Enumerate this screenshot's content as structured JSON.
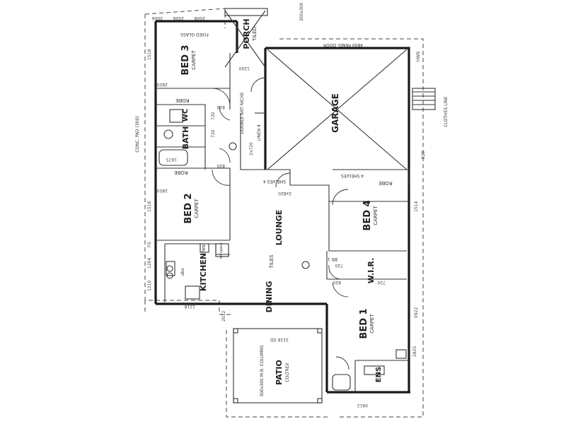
{
  "rooms": {
    "bed3": "BED 3",
    "bed3_floor": "CARPET",
    "porch": "PORCH",
    "porch_floor": "TILED",
    "garage": "GARAGE",
    "wc": "WC",
    "bath": "BATH",
    "bed2": "BED 2",
    "bed2_floor": "CARPET",
    "lounge": "LOUNGE",
    "tiles": "TILES",
    "bed4": "BED 4",
    "bed4_floor": "CARPET",
    "kitchen": "KITCHEN",
    "pan": "PAN",
    "ref": "ref space",
    "ubo": "ubo",
    "dining": "DINING",
    "wir": "W.I.R.",
    "bed1": "BED 1",
    "bed1_floor": "CARPET",
    "patio": "PATIO",
    "patio_floor": "COLTREX",
    "ens": "ENS",
    "robe_bed3": "ROBE",
    "robe_bed2": "ROBE",
    "robe_bed4": "ROBE",
    "linen": "LINEN 4",
    "shelves_a": "SHELVES 4",
    "shelves_b": "4 SHELVES",
    "br": "BR 1",
    "fixed_glass": "FIXED GLASS",
    "double_art_niche": "DOUBLE ART NICHE",
    "panel_door": "4800 PANEL DOOR",
    "clothes_line": "CLOTHES LINE",
    "columns": "300x300 M.B. COLUMNS",
    "conc_pad": "CONC. PAD (300)",
    "sd": "2116 SD",
    "hws": "HWS"
  },
  "dims": {
    "top1": "2006",
    "top2": "2006",
    "top3": "2008",
    "porch_col": "300x300",
    "d1200": "1200",
    "d1518a": "1518",
    "d1518b": "1518",
    "d720a": "720",
    "d720b": "720",
    "d720c": "720",
    "d720d": "720",
    "d820a": "820",
    "d820b": "820",
    "d820c": "820",
    "d820d": "820",
    "d1675": "1675",
    "d2x720": "2x720",
    "d2x820": "2x820",
    "d1204": "1204",
    "d1218": "1218",
    "d1210": "1210",
    "d2012": "2012",
    "d2820": "2820",
    "d2850": "2850",
    "d1514": "1514",
    "d0922": "0922",
    "d2825": "2825",
    "d0612": "0612",
    "fg": "FG"
  }
}
